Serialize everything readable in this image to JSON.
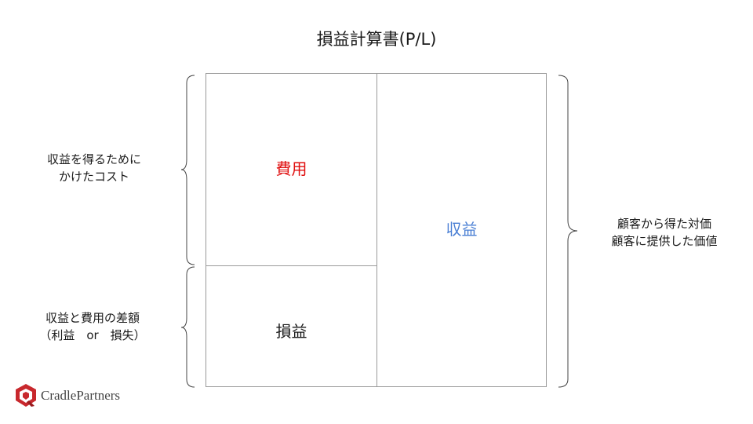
{
  "title": "損益計算書(P/L)",
  "boxes": {
    "expense": "費用",
    "profit": "損益",
    "revenue": "収益"
  },
  "left_notes": {
    "cost_line1": "収益を得るために",
    "cost_line2": "かけたコスト",
    "diff_line1": "収益と費用の差額",
    "diff_line2": "（利益　or　損失）"
  },
  "right_notes": {
    "line1": "顧客から得た対価",
    "line2": "顧客に提供した価値"
  },
  "logo": {
    "text": "CradlePartners"
  },
  "colors": {
    "expense": "#e01010",
    "revenue": "#4a7fd4",
    "border": "#9a9a9a",
    "logo_red": "#c8282d"
  }
}
